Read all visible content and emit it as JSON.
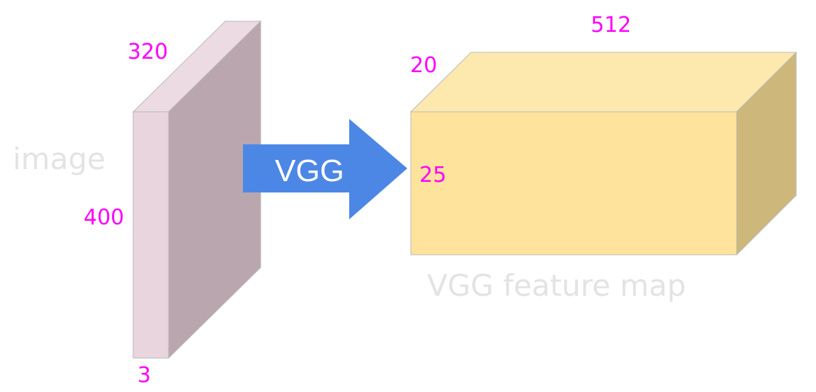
{
  "colors": {
    "image_front": "#e8d5de",
    "image_side": "#baa6ae",
    "image_top": "#ecdbe3",
    "feature_front": "#fee39c",
    "feature_side": "#cdb77a",
    "feature_top": "#fde9ae",
    "box_stroke": "#b9b9b9",
    "arrow_fill": "#4d87e6",
    "arrow_text": "#ffffff",
    "dim_label": "#ff00ff",
    "title_label": "#e3e3e3"
  },
  "labels": {
    "image_title": "image",
    "image_width": "320",
    "image_height": "400",
    "image_depth": "3",
    "arrow_label": "VGG",
    "feature_width": "512",
    "feature_depth": "20",
    "feature_height": "25",
    "feature_title": "VGG feature map"
  }
}
